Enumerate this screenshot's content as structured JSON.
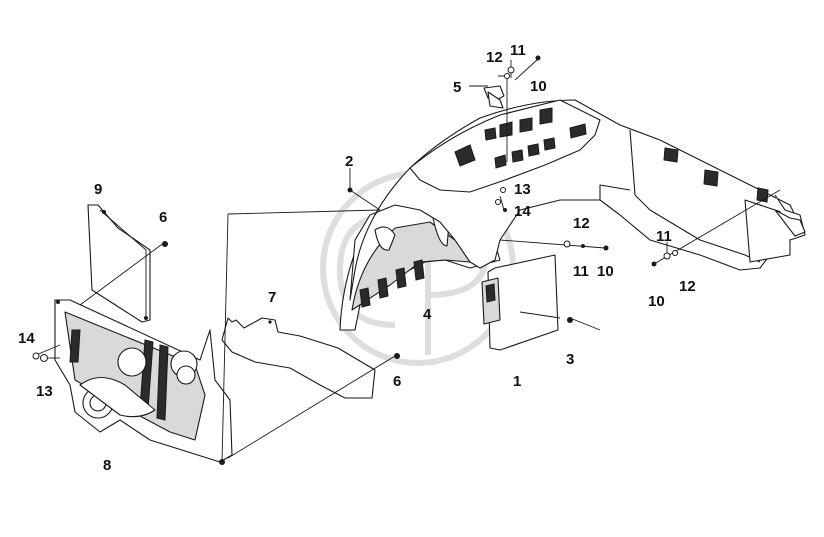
{
  "colors": {
    "line": "#1a1a1a",
    "fill": "#ffffff",
    "shade": "#d9d9d9",
    "watermark": "#c8c8c8"
  },
  "watermark": {
    "kind": "logo",
    "icon": "cp-logo-watermark-icon"
  },
  "callouts": {
    "c1": "1",
    "c2": "2",
    "c3": "3",
    "c4": "4",
    "c5": "5",
    "c6a": "6",
    "c6b": "6",
    "c7": "7",
    "c8": "8",
    "c9": "9",
    "c10a": "10",
    "c10b": "10",
    "c10c": "10",
    "c11a": "11",
    "c11b": "11",
    "c11c": "11",
    "c12a": "12",
    "c12b": "12",
    "c12c": "12",
    "c13a": "13",
    "c13b": "13",
    "c14a": "14",
    "c14b": "14"
  }
}
